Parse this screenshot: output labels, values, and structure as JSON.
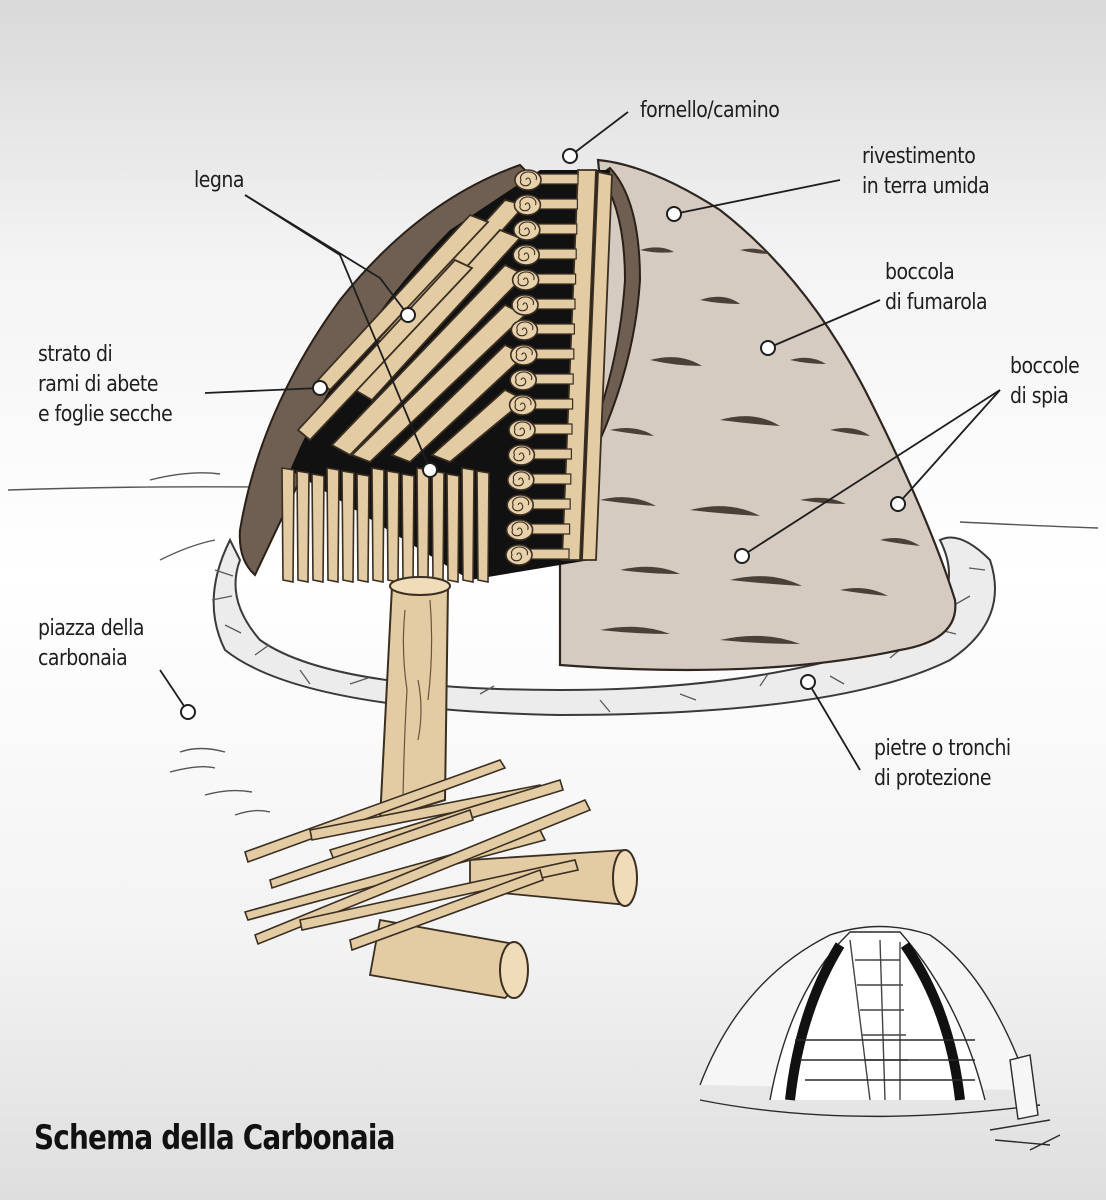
{
  "title": "Schema della Carbonaia",
  "labels": {
    "fornello": "fornello/camino",
    "rivestimento": [
      "rivestimento",
      "in terra umida"
    ],
    "legna": "legna",
    "fumarola": [
      "boccola",
      "di fumarola"
    ],
    "spia": [
      "boccole",
      "di spia"
    ],
    "strato": [
      "strato di",
      "rami di abete",
      "e foglie secche"
    ],
    "piazza": [
      "piazza della",
      "carbonaia"
    ],
    "pietre": [
      "pietre o tronchi",
      "di protezione"
    ]
  },
  "colors": {
    "earth": "#d5cbc0",
    "wood": "#e3cba3",
    "bark_layer": "#6e5f52",
    "cavity": "#111111",
    "ink": "#3b2f22"
  }
}
